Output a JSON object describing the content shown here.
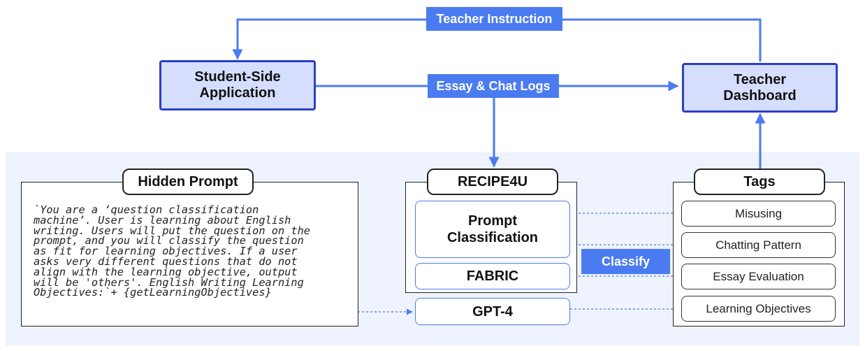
{
  "colors": {
    "accent": "#4b7bf0",
    "box_fill": "#d5defd",
    "box_border": "#2b40c8",
    "panel": "#eef3fd"
  },
  "top": {
    "teacher_instruction": "Teacher Instruction",
    "student_app": "Student-Side\nApplication",
    "essay_chat_logs": "Essay & Chat Logs",
    "teacher_dashboard": "Teacher\nDashboard"
  },
  "hidden_prompt": {
    "title": "Hidden Prompt",
    "text": "`You are a ‘question classification\nmachine’. User is learning about English\nwriting. Users will put the question on the\nprompt, and you will classify the question\nas fit for learning objectives. If a user\nasks very different questions that do not\nalign with the learning objective, output\nwill be 'others'. English Writing Learning\nObjectives:`+ {getLearningObjectives}"
  },
  "recipe": {
    "title": "RECIPE4U",
    "prompt_classification": "Prompt\nClassification",
    "fabric": "FABRIC",
    "gpt4": "GPT-4"
  },
  "classify": "Classify",
  "tags": {
    "title": "Tags",
    "items": [
      "Misusing",
      "Chatting Pattern",
      "Essay Evaluation",
      "Learning Objectives"
    ]
  }
}
